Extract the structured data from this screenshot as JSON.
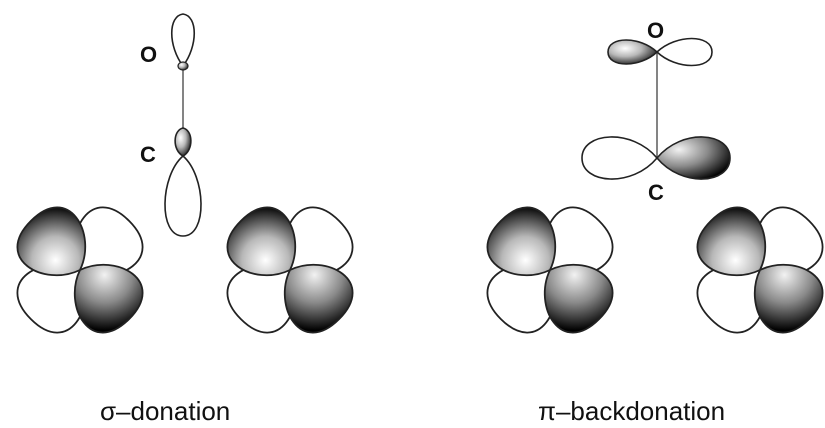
{
  "panels": {
    "sigma": {
      "top_atom": "O",
      "bottom_atom": "C",
      "caption": "σ–donation"
    },
    "pi": {
      "top_atom": "O",
      "bottom_atom": "C",
      "caption": "π–backdonation"
    }
  },
  "colors": {
    "outline": "#222222",
    "shade_light": "#ffffff",
    "shade_dark": "#111111",
    "bond": "#666666"
  }
}
